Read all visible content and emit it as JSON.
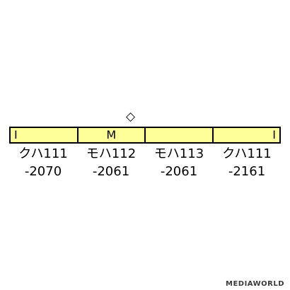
{
  "diagram": {
    "pantograph_symbol": "◇",
    "body_color": "#ffff99",
    "cars": [
      {
        "mark": "I",
        "name": "クハ111",
        "number": "-2070"
      },
      {
        "mark": "M",
        "name": "モハ112",
        "number": "-2061"
      },
      {
        "mark": "",
        "name": "モハ113",
        "number": "-2061"
      },
      {
        "mark": "I",
        "name": "クハ111",
        "number": "-2161"
      }
    ]
  },
  "watermark": "MEDIAWORLD"
}
